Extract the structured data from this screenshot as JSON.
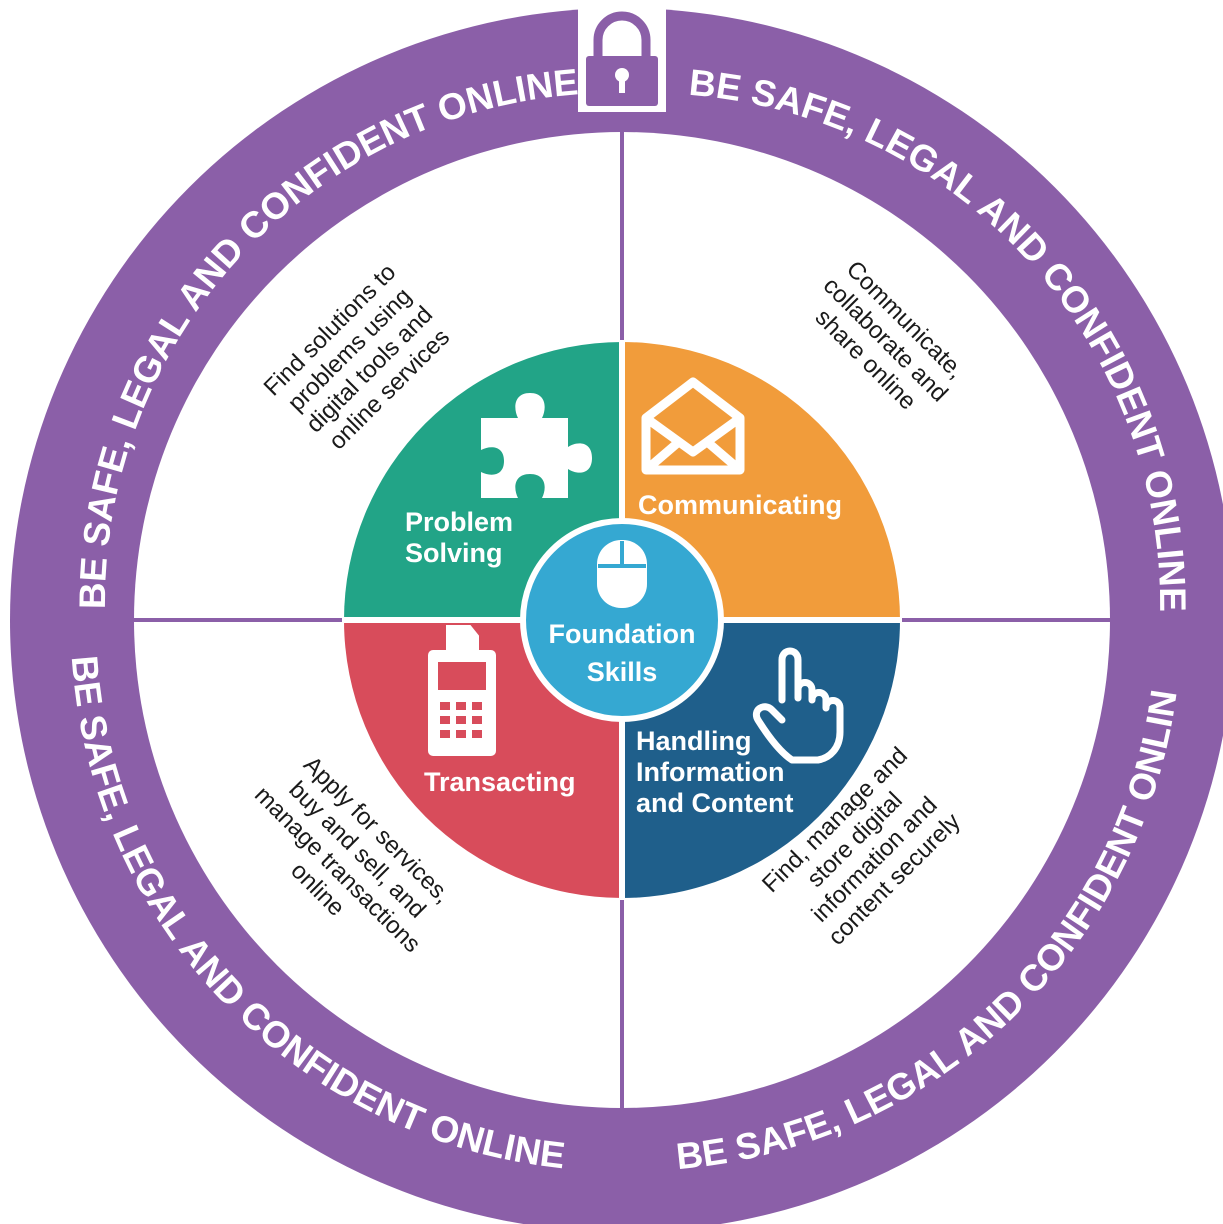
{
  "ring": {
    "phrase_top_left": "BE SAFE, LEGAL AND CONFIDENT ONLINE",
    "phrase_top_right": "BE SAFE, LEGAL AND CONFIDENT ONLINE",
    "phrase_bottom_left": "BE SAFE, LEGAL AND CONFIDENT ONLINE",
    "phrase_bottom_right": "BE SAFE, LEGAL AND CONFIDENT ONLINE",
    "color": "#8b5fa8",
    "icon": "padlock-icon"
  },
  "center": {
    "line1": "Foundation",
    "line2": "Skills",
    "color": "#35a8d2",
    "icon": "computer-mouse-icon"
  },
  "segments": {
    "problem_solving": {
      "line1": "Problem",
      "line2": "Solving",
      "color": "#22a487",
      "icon": "puzzle-piece-icon",
      "description": [
        "Find solutions to",
        "problems using",
        "digital tools and",
        "online services"
      ]
    },
    "communicating": {
      "line1": "Communicating",
      "color": "#f19c3b",
      "icon": "open-envelope-icon",
      "description": [
        "Communicate,",
        "collaborate and",
        "share online"
      ]
    },
    "transacting": {
      "line1": "Transacting",
      "color": "#d84c5b",
      "icon": "card-terminal-icon",
      "description": [
        "Apply for services,",
        "buy and sell, and",
        "manage transactions",
        "online"
      ]
    },
    "handling": {
      "line1": "Handling",
      "line2": "Information",
      "line3": "and Content",
      "color": "#1f5f8b",
      "icon": "pointing-hand-icon",
      "description": [
        "Find, manage and",
        "store digital",
        "information and",
        "content securely"
      ]
    }
  },
  "divider_color": "#8b5fa8"
}
